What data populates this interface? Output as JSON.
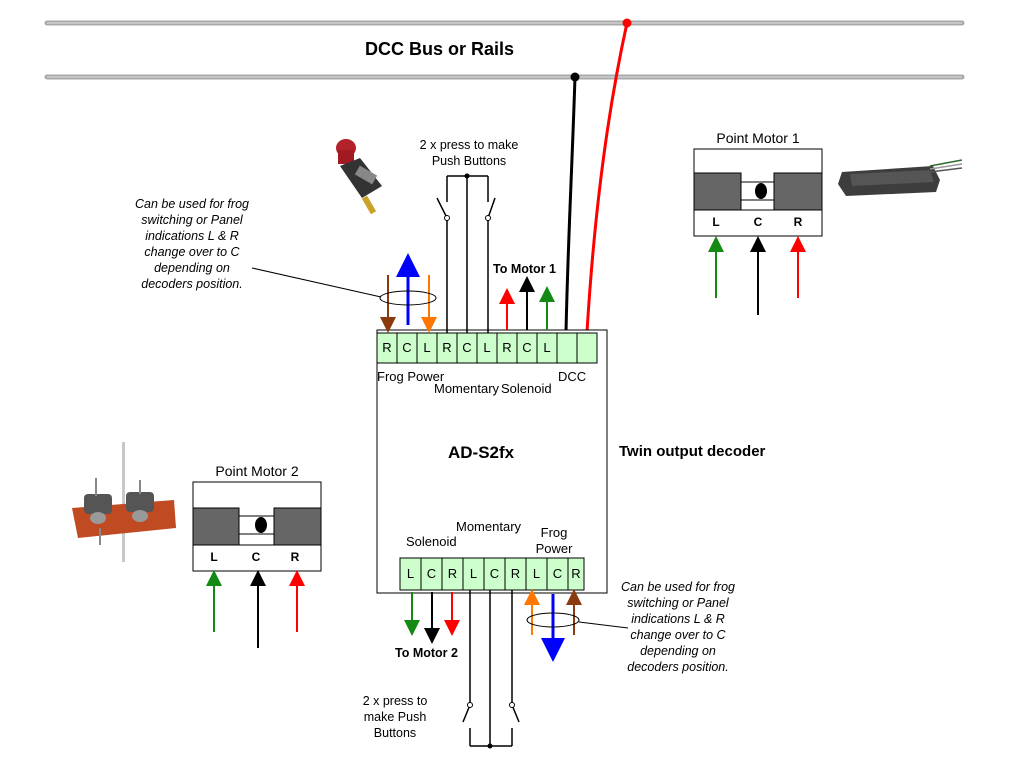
{
  "bus": {
    "label": "DCC Bus or Rails"
  },
  "decoder": {
    "name": "AD-S2fx",
    "description": "Twin output decoder",
    "top_terminals": [
      "R",
      "C",
      "L",
      "R",
      "C",
      "L",
      "R",
      "C",
      "L",
      "",
      ""
    ],
    "bottom_terminals": [
      "L",
      "C",
      "R",
      "L",
      "C",
      "R",
      "L",
      "C",
      "R"
    ],
    "top_group_labels": {
      "frog_power": "Frog Power",
      "momentary": "Momentary",
      "solenoid": "Solenoid",
      "dcc": "DCC"
    },
    "bottom_group_labels": {
      "solenoid": "Solenoid",
      "momentary": "Momentary",
      "frog_power": "Frog Power"
    }
  },
  "labels": {
    "to_motor_1": "To Motor 1",
    "to_motor_2": "To Motor 2",
    "push_buttons_top": "2 x press to make Push Buttons",
    "push_buttons_bottom": "2 x press to make Push Buttons",
    "frog_note": "Can be used for frog switching or Panel indications L & R change over to C depending on decoders position."
  },
  "point_motor_1": {
    "title": "Point Motor 1",
    "terminals": [
      "L",
      "C",
      "R"
    ]
  },
  "point_motor_2": {
    "title": "Point Motor 2",
    "terminals": [
      "L",
      "C",
      "R"
    ]
  },
  "colors": {
    "rail": "#a8a8a8",
    "terminal_fill": "#ccffcc",
    "red": "#ff0000",
    "green": "#138a13",
    "blue": "#0000ff",
    "orange": "#ff7700",
    "brown": "#8b3a0f",
    "black": "#000000",
    "coil": "#666666"
  }
}
